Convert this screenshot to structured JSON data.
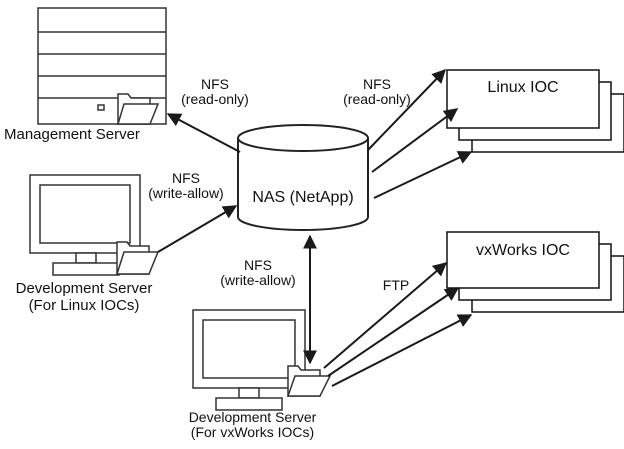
{
  "nodes": {
    "management_server": {
      "label": "Management Server"
    },
    "nas": {
      "label": "NAS (NetApp)"
    },
    "dev_server_linux": {
      "line1": "Development Server",
      "line2": "(For Linux IOCs)"
    },
    "dev_server_vxworks": {
      "line1": "Development Server",
      "line2": "(For vxWorks IOCs)"
    },
    "linux_ioc": {
      "label": "Linux IOC"
    },
    "vxworks_ioc": {
      "label": "vxWorks IOC"
    }
  },
  "edges": {
    "nas_to_mgmt": {
      "line1": "NFS",
      "line2": "(read-only)"
    },
    "devlinux_to_nas": {
      "line1": "NFS",
      "line2": "(write-allow)"
    },
    "nas_to_linux_ioc": {
      "line1": "NFS",
      "line2": "(read-only)"
    },
    "nas_devvx": {
      "line1": "NFS",
      "line2": "(write-allow)"
    },
    "devvx_to_vxworks_ioc": {
      "label": "FTP"
    }
  },
  "colors": {
    "stroke": "#1a1a1a",
    "fill": "#ffffff"
  }
}
